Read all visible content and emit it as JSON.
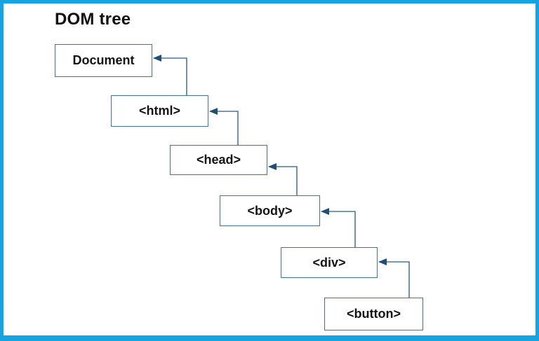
{
  "title": "DOM tree",
  "nodes": [
    {
      "id": "document",
      "label": "Document"
    },
    {
      "id": "html",
      "label": "<html>"
    },
    {
      "id": "head",
      "label": "<head>"
    },
    {
      "id": "body",
      "label": "<body>"
    },
    {
      "id": "div",
      "label": "<div>"
    },
    {
      "id": "button",
      "label": "<button>"
    }
  ],
  "edges": [
    {
      "from": "html",
      "to": "document"
    },
    {
      "from": "head",
      "to": "html"
    },
    {
      "from": "body",
      "to": "head"
    },
    {
      "from": "div",
      "to": "body"
    },
    {
      "from": "button",
      "to": "div"
    }
  ],
  "colors": {
    "frame_border": "#14a4e4",
    "box_border": "#41719C",
    "connector_line": "#4d76a1",
    "arrowhead": "#1F4E79",
    "text": "#141414",
    "background": "#ffffff"
  }
}
